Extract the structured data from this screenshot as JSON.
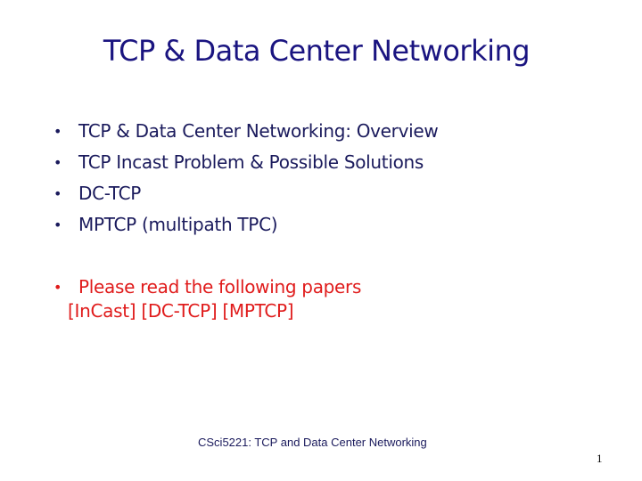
{
  "slide": {
    "title": "TCP & Data Center Networking",
    "bullets": [
      {
        "text": "TCP & Data Center Networking: Overview",
        "color": "#1a1a5c"
      },
      {
        "text": "TCP Incast Problem & Possible Solutions",
        "color": "#1a1a5c"
      },
      {
        "text": "DC-TCP",
        "color": "#1a1a5c"
      },
      {
        "text": "MPTCP (multipath TPC)",
        "color": "#1a1a5c"
      }
    ],
    "reading": {
      "text": "Please read the following papers",
      "papers": "[InCast] [DC-TCP] [MPTCP]",
      "color": "#e01b1b"
    },
    "bullet_glyph": "•",
    "footer": "CSci5221:  TCP and Data Center Networking",
    "page_number": "1"
  }
}
